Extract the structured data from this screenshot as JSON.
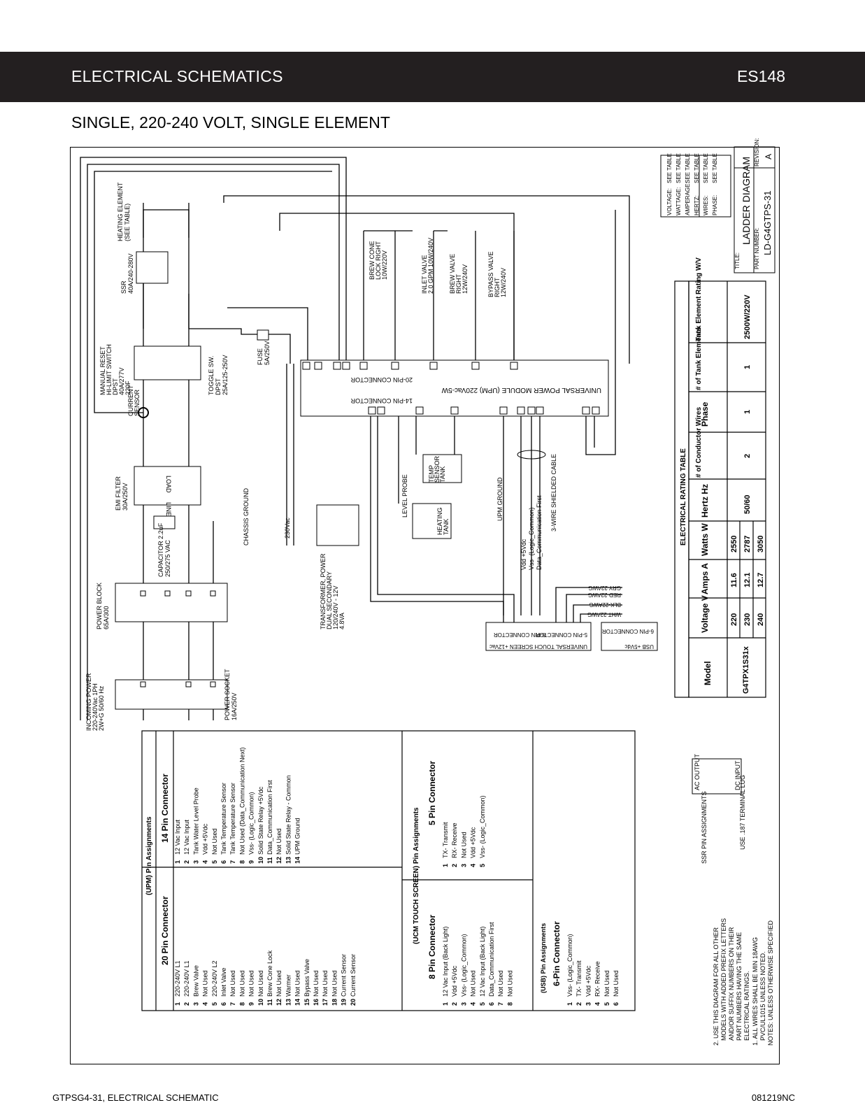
{
  "header": {
    "title": "ELECTRICAL SCHEMATICS",
    "code": "ES148"
  },
  "subtitle": "SINGLE, 220-240 VOLT, SINGLE ELEMENT",
  "footer": {
    "left": "GTPSG4-31, ELECTRICAL SCHEMATIC",
    "right": "081219NC"
  },
  "title_block": {
    "specs": [
      "VOLTAGE:",
      "WATTAGE:",
      "AMPERAGE:",
      "HERTZ:",
      "WIRES:",
      "PHASE:"
    ],
    "see_table": "SEE TABLE",
    "title_label": "TITLE:",
    "title": "LADDER DIAGRAM",
    "part_label": "PART NUMBER:",
    "part_number": "LD-G4GTPS-31",
    "revision_label": "REVISION:",
    "revision": "A"
  },
  "rating_table": {
    "caption": "ELECTRICAL RATING TABLE",
    "headers": [
      "Model",
      "Voltage V",
      "Amps A",
      "Watts W",
      "Hertz Hz",
      "# of Conductor Wires",
      "Phase",
      "# of Tank Elements",
      "Tank Element Rating W/V"
    ],
    "model": "G4TPX1S31x",
    "rows": [
      {
        "voltage": "220",
        "amps": "11.6",
        "watts": "2550"
      },
      {
        "voltage": "230",
        "amps": "12.1",
        "watts": "2787"
      },
      {
        "voltage": "240",
        "amps": "12.7",
        "watts": "3050"
      }
    ],
    "hertz": "50/60",
    "wires": "2",
    "phase": "1",
    "tank_elements": "1",
    "element_rating": "2500W/220V"
  },
  "notes": {
    "title": "NOTES: UNLESS OTHERWISE SPECIFIED",
    "items": [
      "1. ALL WIRES SHALL BE MIN 18AWG",
      "PVC/UL1015 UNLESS NOTED.",
      "2. USE THIS DIAGRAM FOR ALL OTHER",
      "MODELS WITH ADDED PREFIX LETTERS",
      "AND/OR SUFFIX NUMBERS ON THEIR",
      "PART NUMBERS HAVING THE SAME",
      "ELECTRICAL RATINGS."
    ]
  },
  "ssr_pins": {
    "title": "SSR PIN ASSIGNMENTS",
    "ac_output": "AC OUTPUT",
    "dc_input": "DC INPUT",
    "lug": "USE .187 TERMINAL LUG"
  },
  "upm_pins": {
    "title": "(UPM) Pin Assignments",
    "left_header": "20 Pin Connector",
    "right_header": "14 Pin Connector",
    "left": [
      "220-240V L1",
      "220-240V L1",
      "Brew Valve",
      "Not Used",
      "220-240V L2",
      "Inlet Valve",
      "Not Used",
      "Not Used",
      "Not Used",
      "Not Used",
      "Brew Cone Lock",
      "Not Used",
      "Warmer",
      "Not Used",
      "Bypass Valve",
      "Not Used",
      "Not Used",
      "Not Used",
      "Current Sensor",
      "Current Sensor"
    ],
    "right": [
      "12 Vac Input",
      "12 Vac Input",
      "Tank Water Level Probe",
      "Vdd +5Vdc",
      "Not Used",
      "Tank Temperature Sensor",
      "Tank Temperature Sensor",
      "Not Used (Data_Communication Next)",
      "Vss- (Logic_Common)",
      "Solid State Relay +5Vdc",
      "Data_Communication First",
      "Not Used",
      "Solid State Relay - Common",
      "UPM Ground"
    ]
  },
  "ucm_pins": {
    "title": "(UCM TOUCH SCREEN) Pin Assignments",
    "left_header": "8 Pin Connector",
    "right_header": "5 Pin Connector",
    "left": [
      "12 Vac Input (Back Light)",
      "Vdd +5Vdc",
      "Vss- (Logic_Common)",
      "Not Used",
      "12 Vac Input (Back Light)",
      "Data_Communication First",
      "Not Used",
      "Not Used"
    ],
    "right": [
      "TX- Transmit",
      "RX- Receive",
      "Not Used",
      "Vdd +5Vdc",
      "Vss- (Logic_Common)"
    ]
  },
  "usb_pins": {
    "title": "(USB) Pin Assignments",
    "header": "6-Pin Connector",
    "rows": [
      "Vss- (Logic_Common)",
      "TX- Transmit",
      "Vdd +5Vdc",
      "RX- Receive",
      "Not Used",
      "Not Used"
    ]
  },
  "schematic": {
    "incoming_power": [
      "INCOMING POWER",
      "220-240Vac 1PH",
      "2W+G 50/60 Hz"
    ],
    "power_socket": [
      "POWER SOCKET",
      "16A/250V"
    ],
    "power_block": [
      "POWER BLOCK",
      "65A/300"
    ],
    "capacitor": [
      "CAPACITOR 2.2uF",
      "250/275 VAC"
    ],
    "emi_filter": [
      "EMI FILTER",
      "30A/250V"
    ],
    "emi_line": "LINE",
    "emi_load": "LOAD",
    "chassis_ground": "CHASSIS GROUND",
    "current_sensor": [
      "CURRENT",
      "SENSOR"
    ],
    "hi_limit": [
      "MANUAL RESET",
      "HI-LIMIT SWITCH",
      "DPST",
      "40A/277V",
      "220F"
    ],
    "toggle": [
      "TOGGLE SW.",
      "DPST",
      "25A/125-250V"
    ],
    "fuse": [
      "FUSE",
      "5A/250V"
    ],
    "ssr": [
      "SSR",
      "40A/240-280V"
    ],
    "heating_element": [
      "HEATING ELEMENT",
      "(SEE TABLE)"
    ],
    "upm": "UNIVERSAL POWER MODULE (UPM) 220Vac-5W",
    "conn20": "20-PIN CONNECTOR",
    "conn14": "14-PIN CONNECTOR",
    "transformer": [
      "TRANSFORMER, POWER",
      "DUAL SECONDARY",
      "120/240V - 12V",
      "4.8VA"
    ],
    "vac230": "230Vac",
    "level_probe": "LEVEL PROBE",
    "temp_sensor": [
      "TEMP",
      "SENSOR",
      "TANK"
    ],
    "heating_tank": [
      "HEATING",
      "TANK"
    ],
    "upm_ground": "UPM GROUND",
    "shielded": "3-WIRE SHIELDED CABLE",
    "signal_wires": [
      "Vdd +5Vdc",
      "Vss- (Logic_Common)",
      "Data_Communication First"
    ],
    "brew_cone": [
      "BREW CONE",
      "LOCK RIGHT",
      "10W/220V"
    ],
    "inlet_valve": [
      "INLET VALVE",
      "2.0 GPM 10W/240V"
    ],
    "brew_valve": [
      "BREW VALVE",
      "RIGHT",
      "12W/240V"
    ],
    "bypass_valve": [
      "BYPASS VALVE",
      "RIGHT",
      "12W/240V"
    ],
    "ucm": "UNIVERSAL TOUCH SCREEN +12Vac",
    "usb": "USB +5Vdc",
    "usb_wires": [
      "GRY-22AWG",
      "RED-22AWG",
      "BLK-22AWG",
      "WHT-22AWG"
    ],
    "conn6": "6-PIN CONNECTOR",
    "conn8": "8-PIN CONNECTOR",
    "conn5": "5-PIN CONNECTOR"
  }
}
